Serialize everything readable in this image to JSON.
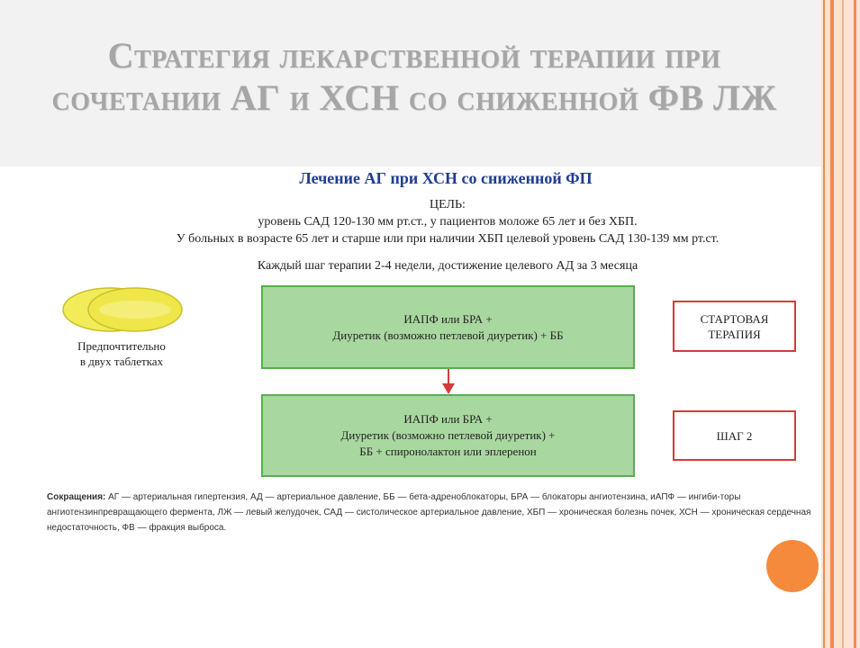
{
  "slide": {
    "title_line1": "Стратегия лекарственной терапии при",
    "title_line2": "сочетании АГ и ХСН со сниженной ФВ ЛЖ"
  },
  "figure": {
    "heading": "Лечение АГ при ХСН со сниженной ФП",
    "goal_label": "ЦЕЛЬ:",
    "goal_line1": "уровень САД 120-130 мм рт.ст., у пациентов моложе 65 лет и без ХБП.",
    "goal_line2": "У больных в возрасте 65 лет и старше или при наличии ХБП целевой уровень САД 130-139 мм рт.ст.",
    "step_note": "Каждый шаг терапии 2-4 недели, достижение целевого АД за 3 месяца",
    "pill_caption_line1": "Предпочтительно",
    "pill_caption_line2": "в двух таблетках",
    "step1": {
      "line1": "ИАПФ или БРА +",
      "line2": "Диуретик (возможно петлевой диуретик) + ББ",
      "label_line1": "СТАРТОВАЯ",
      "label_line2": "ТЕРАПИЯ"
    },
    "step2": {
      "line1": "ИАПФ или БРА +",
      "line2": "Диуретик (возможно петлевой диуретик)  +",
      "line3": "ББ + спиронолактон или эплеренон",
      "label": "ШАГ 2"
    },
    "abbreviations_label": "Сокращения:",
    "abbreviations_text": "АГ — артериальная гипертензия, АД — артериальное давление, ББ — бета-адреноблокаторы, БРА — блокаторы ангиотензина, иАПФ — ингиби-торы ангиотензинпревращающего фермента, ЛЖ — левый желудочек, САД — систолическое артериальное давление, ХБП — хроническая болезнь почек, ХСН — хроническая сердечная недостаточность, ФВ — фракция выброса."
  },
  "colors": {
    "box_fill": "#a9d7a0",
    "box_border": "#56b04e",
    "label_border": "#d63a3a",
    "arrow": "#d63a3a",
    "heading": "#1f3d91",
    "pill": "#f2ec5a",
    "accent_orange": "#f58a3c"
  }
}
